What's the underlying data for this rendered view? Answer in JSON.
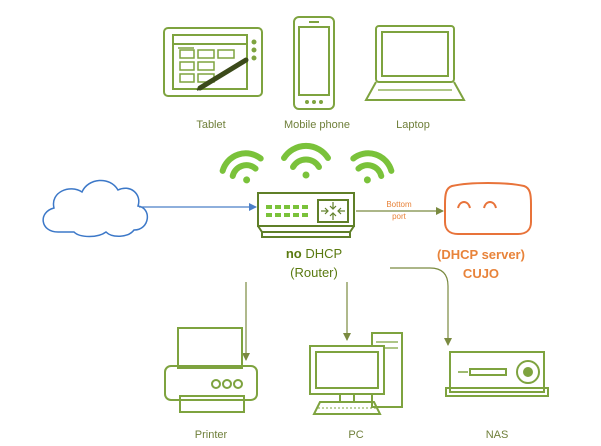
{
  "devices": {
    "tablet": "Tablet",
    "mobile_phone": "Mobile phone",
    "laptop": "Laptop",
    "printer": "Printer",
    "pc": "PC",
    "nas": "NAS"
  },
  "router": {
    "prefix": "no",
    "line1_rest": " DHCP",
    "line2": "(Router)"
  },
  "cujo": {
    "line1": "(DHCP server)",
    "line2": "CUJO"
  },
  "port": {
    "line1": "Bottom",
    "line2": "port"
  },
  "colors": {
    "device_stroke": "#7ea33f",
    "wifi": "#7ac23a",
    "cloud": "#3c78c8",
    "internet_link": "#4a7fc8",
    "cujo": "#e8733a",
    "port_link": "#7a8a40"
  },
  "icons": [
    "tablet-icon",
    "mobile-phone-icon",
    "laptop-icon",
    "wifi-icon",
    "cloud-icon",
    "router-icon",
    "cujo-icon",
    "printer-icon",
    "pc-icon",
    "nas-icon"
  ]
}
